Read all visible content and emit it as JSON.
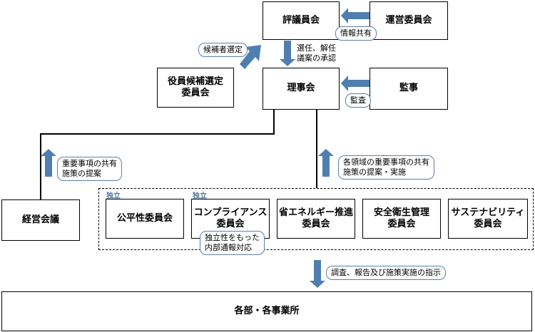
{
  "boxes": {
    "hyogiin": "評議員会",
    "unei": "運営委員会",
    "yakuin": "役員候補選定\n委員会",
    "rijikai": "理事会",
    "kanji": "監事",
    "keiei": "経営会議",
    "kohei": "公平性委員会",
    "compliance": "コンプライアンス\n委員会",
    "shoene": "省エネルギー推進\n委員会",
    "anzen": "安全衛生管理\n委員会",
    "sustain": "サステナビリティ\n委員会",
    "kakubu": "各部・各事業所"
  },
  "labels": {
    "info_share": "情報共有",
    "candidate": "候補者選定",
    "election": "選任、解任\n議案の承認",
    "audit": "監査",
    "important_share": "重要事項の共有\n施策の提案",
    "area_share": "各領域の重要事項の共有\n施策の提案・実施",
    "independent_note": "独立性をもった\n内部通報対応",
    "instruction": "調査、報告及び施策実施の指示"
  },
  "tags": {
    "dokuritsu1": "独立",
    "dokuritsu2": "独立"
  },
  "colors": {
    "arrow": "#4f7fb0",
    "tag": "#4a78a8",
    "pill_border": "#5b7fa6"
  }
}
